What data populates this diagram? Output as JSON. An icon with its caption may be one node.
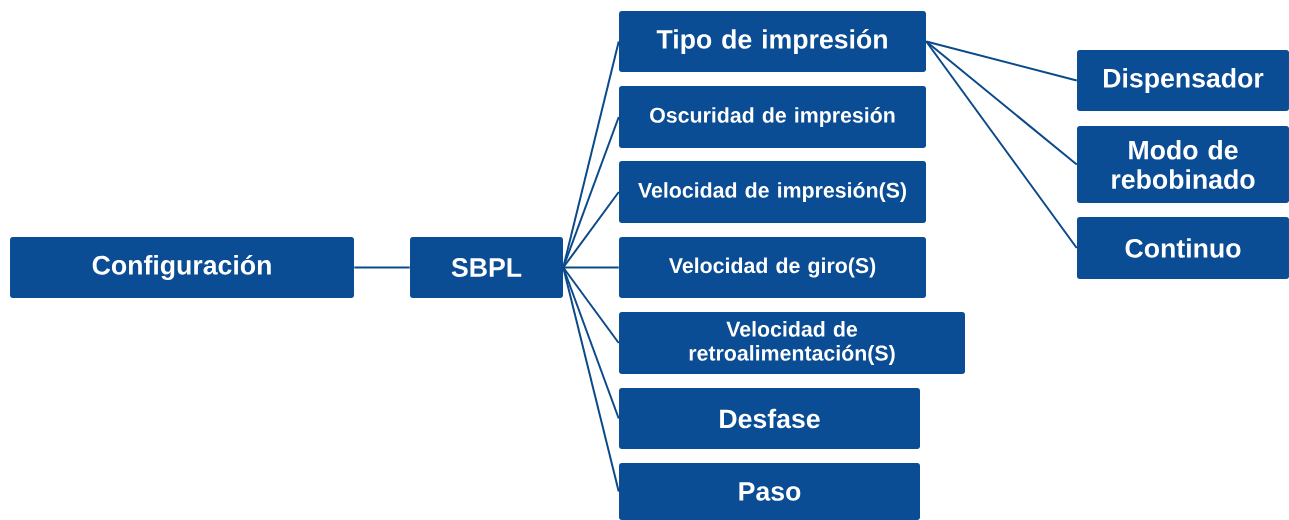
{
  "diagram": {
    "nodes": [
      {
        "text": [
          "Configuración"
        ]
      },
      {
        "text": [
          "SBPL"
        ]
      },
      {
        "text": [
          "Tipo de impresión"
        ]
      },
      {
        "text": [
          "Oscuridad de impresión"
        ]
      },
      {
        "text": [
          "Velocidad de impresión(S)"
        ]
      },
      {
        "text": [
          "Velocidad de giro(S)"
        ]
      },
      {
        "text": [
          "Velocidad de retroalimentación(S)"
        ]
      },
      {
        "text": [
          "Desfase"
        ]
      },
      {
        "text": [
          "Paso"
        ]
      },
      {
        "text": [
          "Dispensador"
        ]
      },
      {
        "text": [
          "Modo de rebobinado"
        ]
      },
      {
        "text": [
          "Continuo"
        ]
      }
    ],
    "edges": [
      {
        "from": 0,
        "to": 1,
        "arrow": "none"
      },
      {
        "from": 1,
        "to": 2,
        "arrow": "none"
      },
      {
        "from": 1,
        "to": 3,
        "arrow": "none"
      },
      {
        "from": 1,
        "to": 4,
        "arrow": "none"
      },
      {
        "from": 1,
        "to": 5,
        "arrow": "none"
      },
      {
        "from": 1,
        "to": 6,
        "arrow": "none"
      },
      {
        "from": 1,
        "to": 7,
        "arrow": "none"
      },
      {
        "from": 1,
        "to": 8,
        "arrow": "none"
      },
      {
        "from": 2,
        "to": 9,
        "arrow": "none"
      },
      {
        "from": 2,
        "to": 10,
        "arrow": "none"
      },
      {
        "from": 2,
        "to": 11,
        "arrow": "none"
      }
    ]
  }
}
